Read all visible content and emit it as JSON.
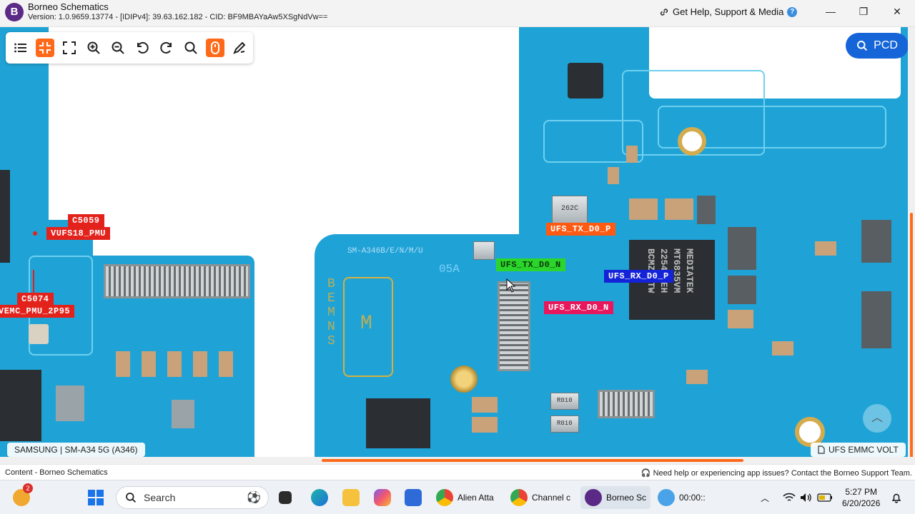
{
  "window": {
    "title": "Borneo Schematics",
    "subtitle": "Version: 1.0.9659.13774 - [IDIPv4]: 39.63.162.182 - CID: BF9MBAYaAw5XSgNdVw==",
    "help_link": "Get Help, Support & Media",
    "help_badge": "?",
    "logo_letter": "B",
    "minimize": "—",
    "maximize": "❐",
    "close": "✕"
  },
  "board": {
    "labels": {
      "c5059": "C5059",
      "vufs18": "VUFS18_PMU",
      "c5074": "C5074",
      "vemc": "VEMC_PMU_2P95",
      "ufs_tx_p": "UFS_TX_D0_P",
      "ufs_tx_n": "UFS_TX_D0_N",
      "ufs_rx_p": "UFS_RX_D0_P",
      "ufs_rx_n": "UFS_RX_D0_N"
    },
    "silkscreen": {
      "model": "SM-A346B/E/N/M/U",
      "rev": "05A",
      "vertical_letters": "BEMNS",
      "m_mark": "M",
      "chip_mark": "262C",
      "cap_a": "R010",
      "cap_b": "R010"
    },
    "chip_text": [
      "MEDIATEK",
      "MT6835VM",
      "2254BOEH",
      "BCMZLTTW"
    ],
    "colors": {
      "board": "#1fa3d6",
      "label_red": "#e3221c",
      "label_orange": "#ff5a12",
      "label_green": "#2bd52b",
      "label_blue": "#1422d8",
      "label_pink": "#e8175d"
    }
  },
  "toolbar": {
    "icons": [
      "list-icon",
      "fit-icon",
      "fullscreen-icon",
      "zoom-in-icon",
      "zoom-out-icon",
      "rotate-left-icon",
      "rotate-right-icon",
      "search-icon",
      "mouse-icon",
      "draw-icon"
    ]
  },
  "pcd_button": "PCD",
  "device_label": "SAMSUNG | SM-A34 5G (A346)",
  "ufs_label": "UFS EMMC VOLT",
  "status": {
    "left": "Content - Borneo Schematics",
    "right": "Need help or experiencing app issues? Contact the Borneo Support Team."
  },
  "taskbar": {
    "search_placeholder": "Search",
    "weather_badge": "2",
    "apps": [
      {
        "name": "Alien Atta",
        "icon": "chrome-icon"
      },
      {
        "name": "Channel c",
        "icon": "chrome-icon"
      },
      {
        "name": "Borneo Sc",
        "icon": "borneo-icon"
      },
      {
        "name": "00:00::",
        "icon": "recorder-icon"
      }
    ],
    "time": "5:27 PM",
    "date": "6/20/2026"
  }
}
